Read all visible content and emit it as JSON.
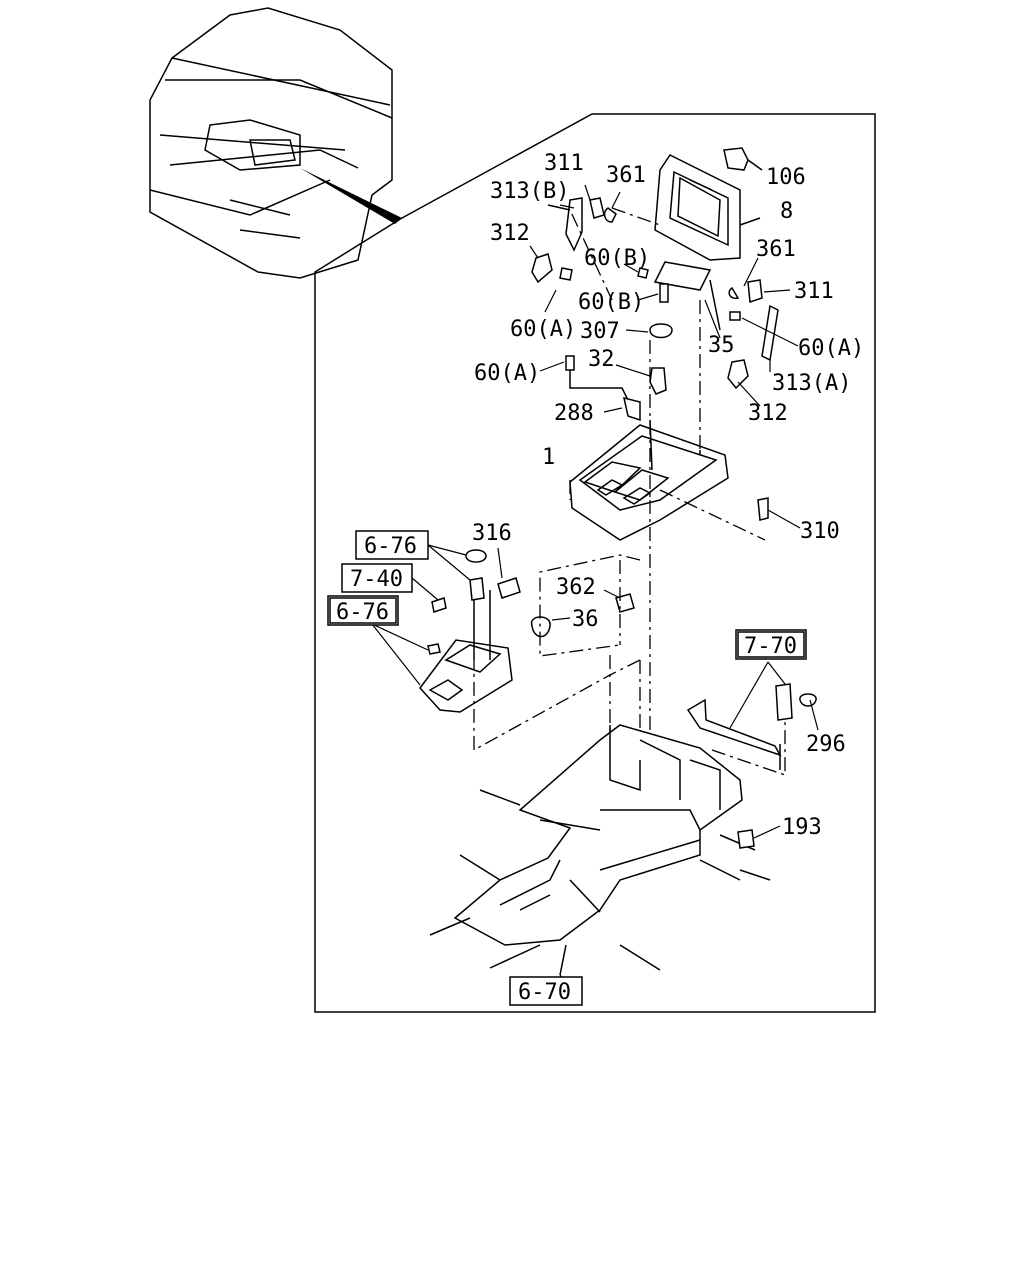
{
  "labels": {
    "l311a": "311",
    "l361a": "361",
    "l106": "106",
    "l313b": "313(B)",
    "l8": "8",
    "l312a": "312",
    "l60ba": "60(B)",
    "l361b": "361",
    "l311b": "311",
    "l60bb": "60(B)",
    "l60aa": "60(A)",
    "l307": "307",
    "l35": "35",
    "l60ab": "60(A)",
    "l60ac": "60(A)",
    "l32": "32",
    "l313a": "313(A)",
    "l312b": "312",
    "l288": "288",
    "l1": "1",
    "l310": "310",
    "l316": "316",
    "l362": "362",
    "l36": "36",
    "l296": "296",
    "l193": "193"
  },
  "refs": {
    "r676a": "6-76",
    "r740": "7-40",
    "r676b": "6-76",
    "r770": "7-70",
    "r670": "6-70"
  }
}
